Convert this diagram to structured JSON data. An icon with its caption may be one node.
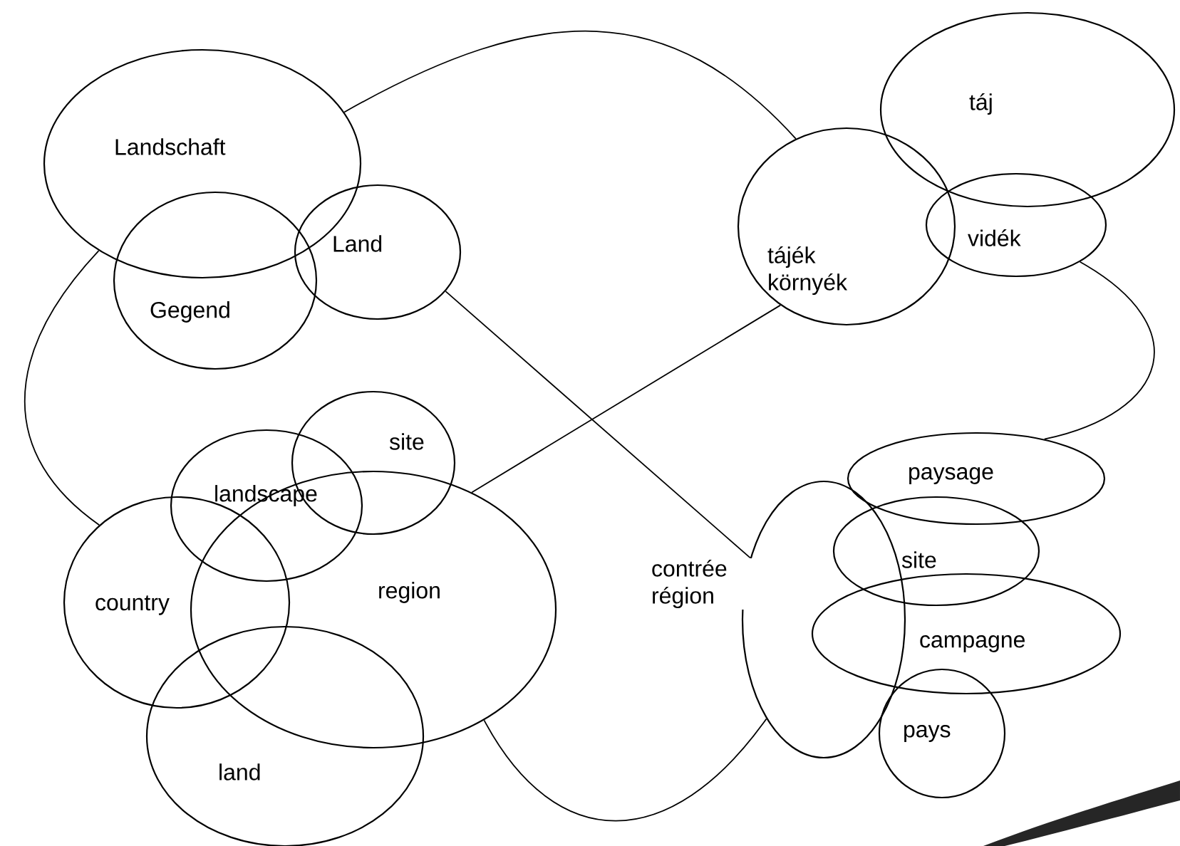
{
  "diagram": {
    "nodes": [
      {
        "text": [
          "Landschaft"
        ]
      },
      {
        "text": [
          "Land"
        ]
      },
      {
        "text": [
          "Gegend"
        ]
      },
      {
        "text": [
          "táj"
        ]
      },
      {
        "text": [
          "tájék környék"
        ]
      },
      {
        "text": [
          "vidék"
        ]
      },
      {
        "text": [
          "site"
        ]
      },
      {
        "text": [
          "landscape"
        ]
      },
      {
        "text": [
          "region"
        ]
      },
      {
        "text": [
          "country"
        ]
      },
      {
        "text": [
          "land"
        ]
      },
      {
        "text": [
          "paysage"
        ]
      },
      {
        "text": [
          "site"
        ]
      },
      {
        "text": [
          "contrée région"
        ]
      },
      {
        "text": [
          "campagne"
        ]
      },
      {
        "text": [
          "pays"
        ]
      }
    ],
    "edges": [
      {
        "from": 0,
        "to": 4,
        "arrow": "none"
      },
      {
        "from": 0,
        "to": 9,
        "arrow": "none"
      },
      {
        "from": 5,
        "to": 11,
        "arrow": "none"
      },
      {
        "from": 8,
        "to": 13,
        "arrow": "none"
      },
      {
        "from": 1,
        "to": 13,
        "arrow": "none"
      },
      {
        "from": 8,
        "to": 4,
        "arrow": "none"
      }
    ]
  }
}
